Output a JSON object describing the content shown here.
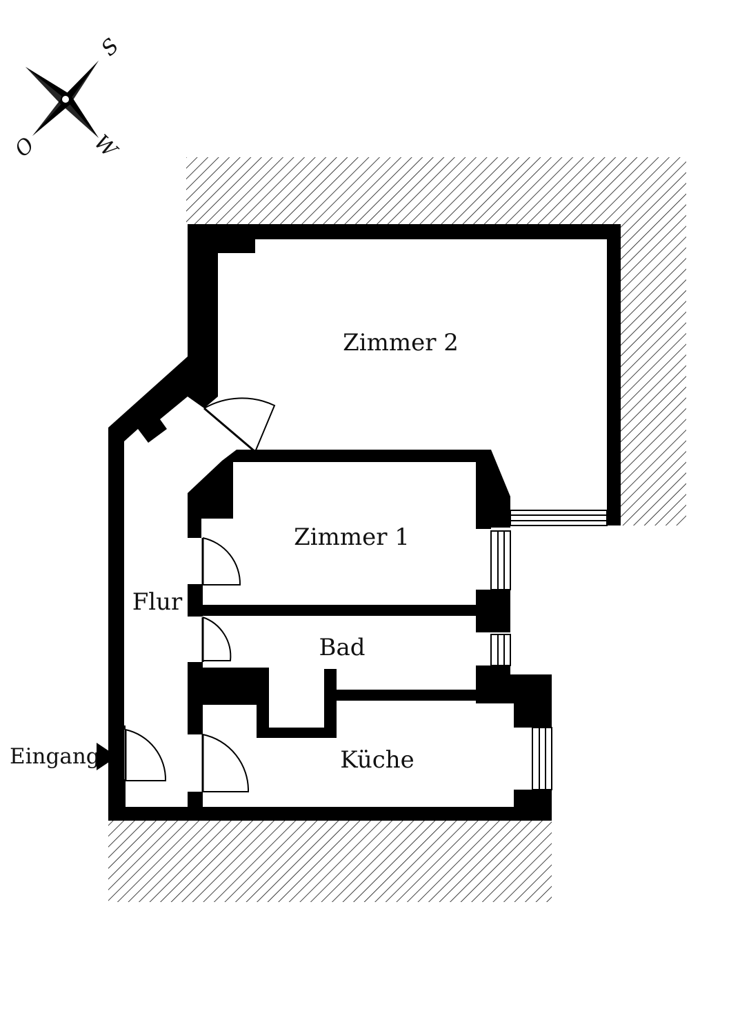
{
  "compass": {
    "icon": "compass-rose-icon",
    "labels": {
      "s": "S",
      "w": "W",
      "o": "O"
    }
  },
  "rooms": {
    "zimmer2": "Zimmer 2",
    "zimmer1": "Zimmer 1",
    "flur": "Flur",
    "bad": "Bad",
    "kueche": "Küche"
  },
  "entrance": {
    "label": "Eingang",
    "icon": "entrance-arrow-icon"
  },
  "colors": {
    "wall": "#000000",
    "background": "#ffffff"
  }
}
